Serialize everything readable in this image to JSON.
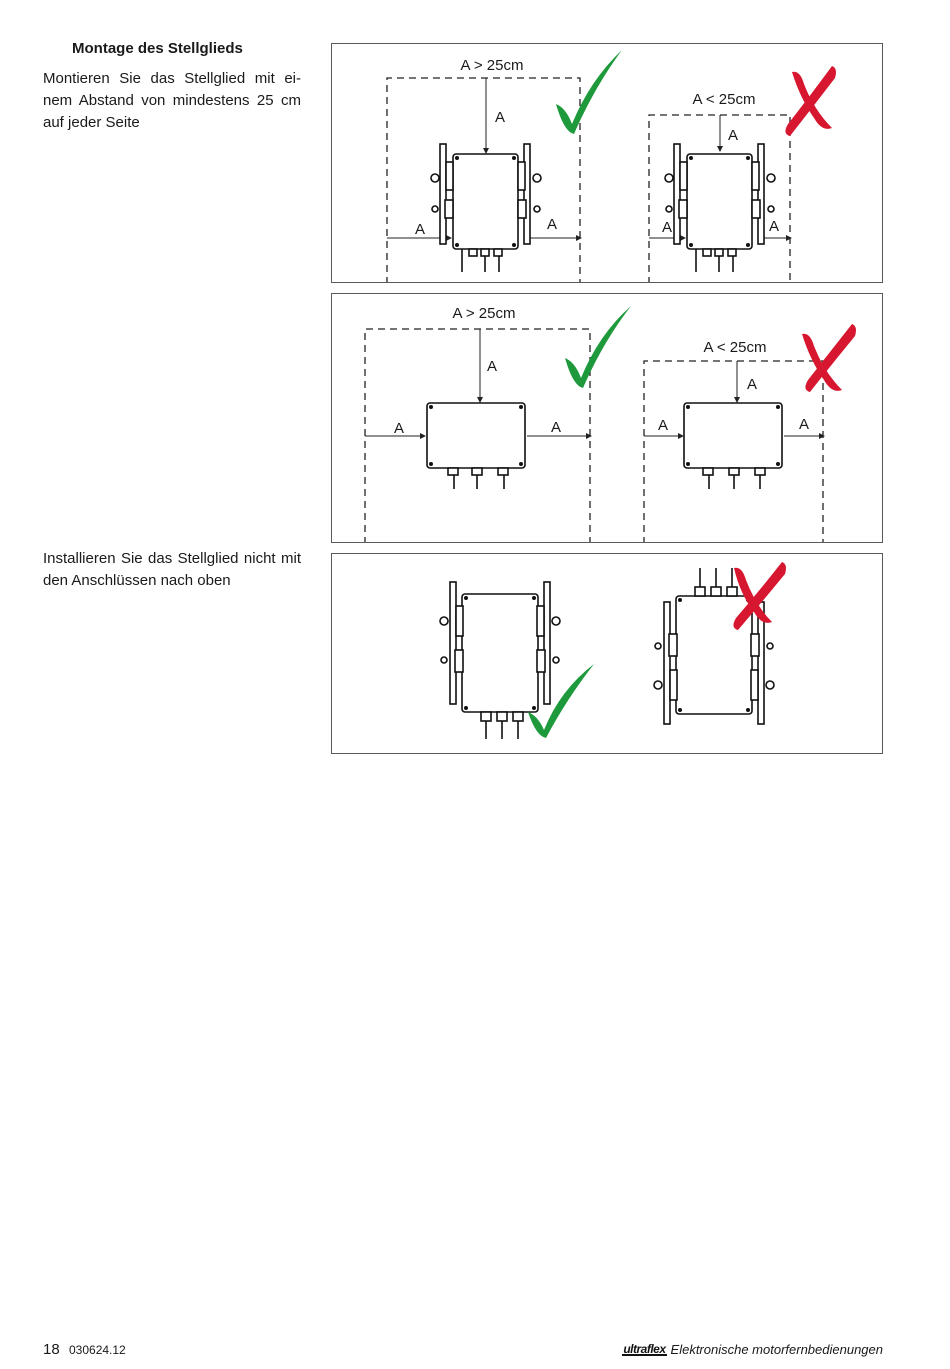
{
  "section": {
    "heading": "Montage des Stellglieds",
    "para1": "Montieren Sie das Stellglied mit ei-nem Abstand von mindestens 25 cm auf jeder Seite",
    "para2": "Installieren Sie das Stellglied nicht mit den Anschlüssen nach oben"
  },
  "diagram_labels": {
    "ok": "A > 25cm",
    "bad": "A < 25cm",
    "a": "A"
  },
  "colors": {
    "check": "#1e9a3c",
    "cross": "#d7172f"
  },
  "footer": {
    "page_number": "18",
    "doc_code": "030624.12",
    "logo": "ultraflex",
    "brand_text": "Elektronische motorfernbedienungen"
  }
}
